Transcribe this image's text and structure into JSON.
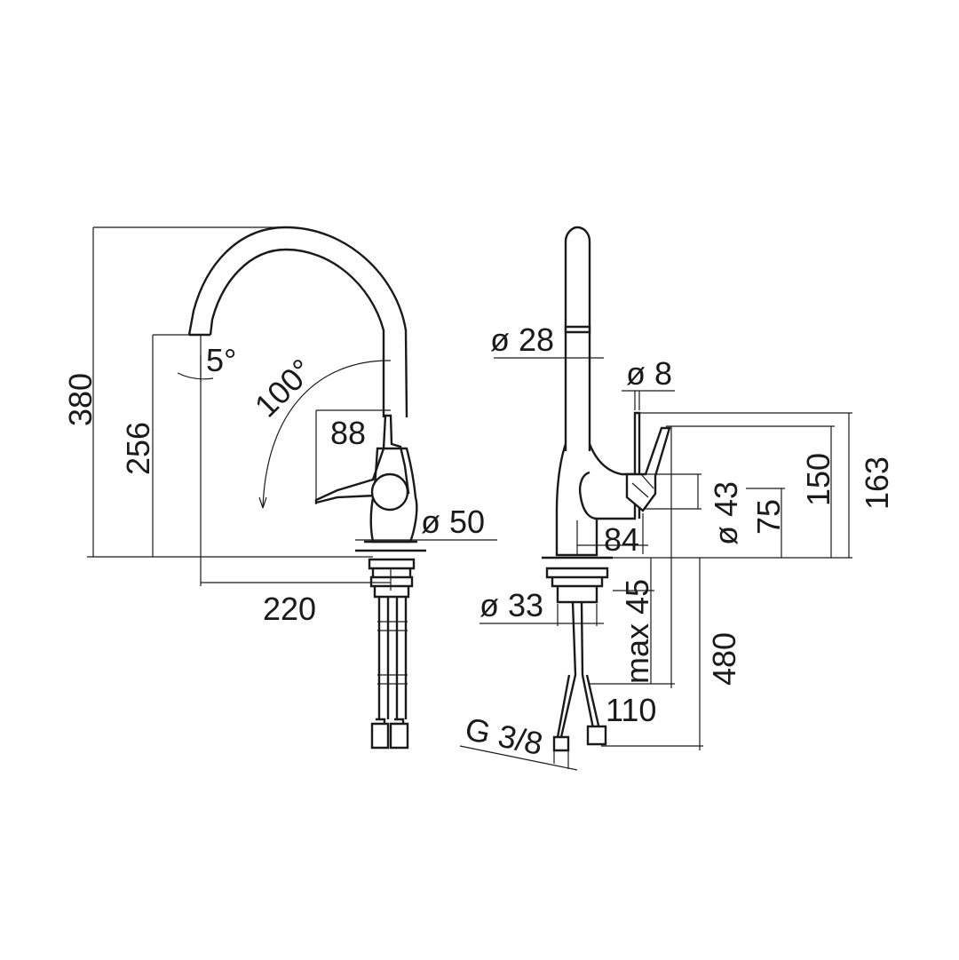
{
  "diagram": {
    "type": "technical dimension drawing",
    "line_color": "#1a1a1a",
    "background": "#ffffff",
    "front_view": {
      "overall_height": "380",
      "spout_height": "256",
      "spout_angle": "5°",
      "swivel_angle": "100°",
      "lever_reach": "88",
      "base_diameter": "ø 50",
      "spout_reach": "220"
    },
    "side_view": {
      "spout_diameter": "ø 28",
      "lever_diameter": "ø 8",
      "lever_top_height": "163",
      "lever_height": "150",
      "handle_height": "75",
      "handle_diameter": "ø 43",
      "body_depth": "84",
      "shank_diameter": "ø 33",
      "max_deck_thickness": "max 45",
      "hose_length": "480",
      "hose_spacing": "110",
      "connection_thread": "G 3/8"
    }
  }
}
